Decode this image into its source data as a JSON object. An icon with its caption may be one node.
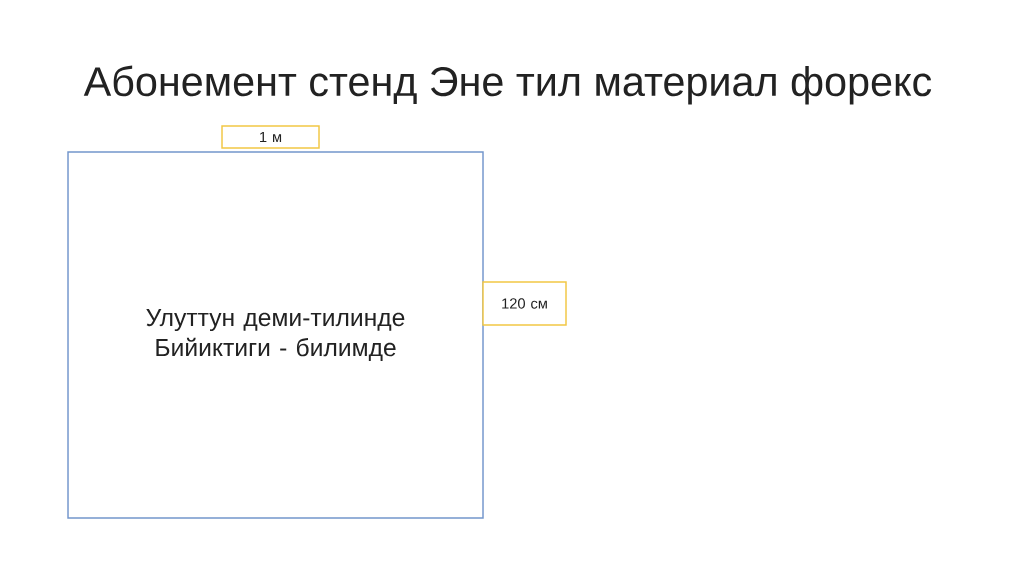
{
  "diagram": {
    "title": "Абонемент стенд Эне тил материал форекс",
    "nodes": [
      {
        "text": [
          "Улуттун деми-тилинде Бийиктиги - билимде"
        ]
      },
      {
        "text": [
          "1 м"
        ]
      },
      {
        "text": [
          "120 см"
        ]
      }
    ]
  }
}
